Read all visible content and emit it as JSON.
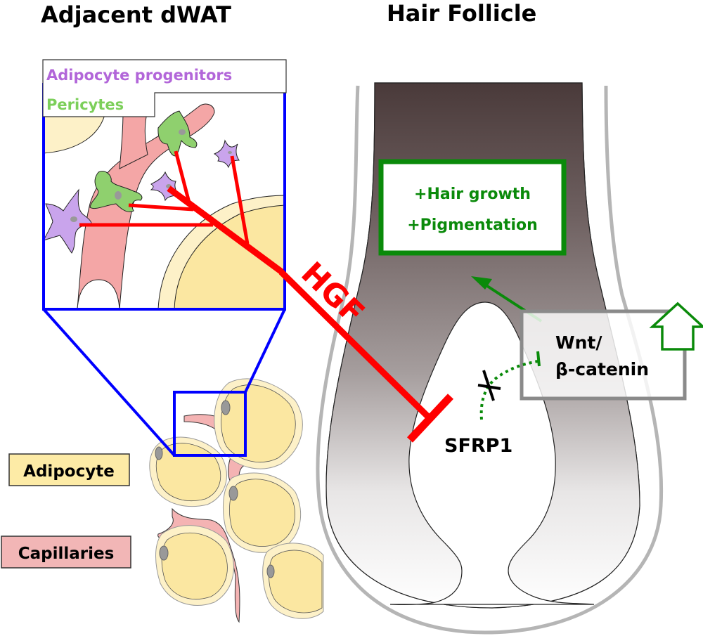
{
  "titles": {
    "left": "Adjacent dWAT",
    "right": "Hair Follicle"
  },
  "inset_legend": {
    "progenitors": "Adipocyte progenitors",
    "pericytes": "Pericytes"
  },
  "legend": {
    "adipocyte": "Adipocyte",
    "capillaries": "Capillaries"
  },
  "signal": {
    "hgf": "HGF"
  },
  "follicle": {
    "outcome_line1": "+Hair growth",
    "outcome_line2": "+Pigmentation",
    "wnt_line1": "Wnt/",
    "wnt_line2": "β-catenin",
    "sfrp1": "SFRP1"
  },
  "colors": {
    "inhibition_red": "#ff0000",
    "zoom_blue": "#0000ff",
    "activation_green": "#0a8a0a",
    "progenitor_purple": "#b266d9",
    "pericyte_green": "#7ccf5a",
    "adipocyte_yellow": "#fdeba6",
    "capillary_pink": "#f4a6a6"
  }
}
